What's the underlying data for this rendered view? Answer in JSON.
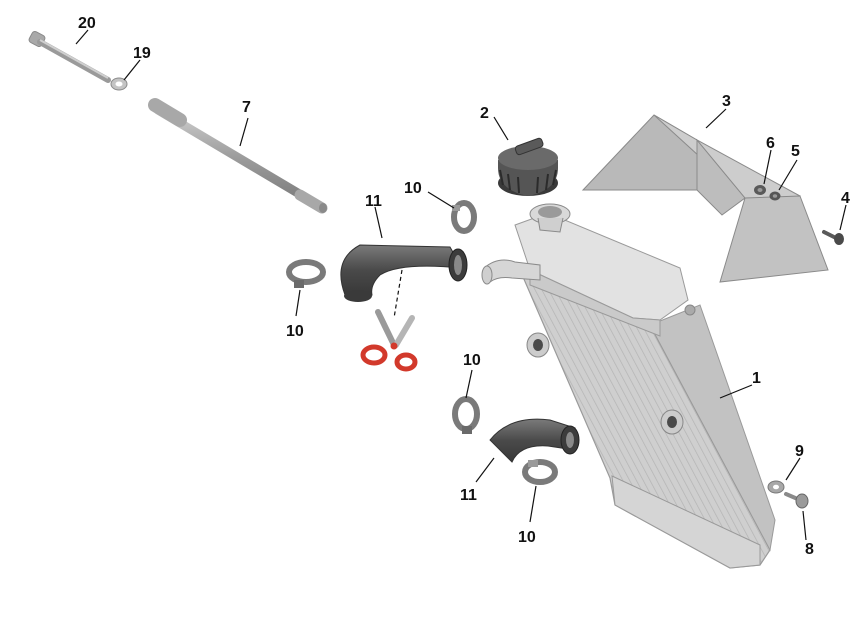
{
  "callouts": {
    "p1": "1",
    "p2": "2",
    "p3": "3",
    "p4": "4",
    "p5": "5",
    "p6": "6",
    "p7": "7",
    "p8": "8",
    "p9": "9",
    "p10a": "10",
    "p10b": "10",
    "p10c": "10",
    "p10d": "10",
    "p11a": "11",
    "p11b": "11",
    "p19": "19",
    "p20": "20"
  },
  "colors": {
    "part_light": "#d9d9d9",
    "part_mid": "#b8b8b8",
    "part_dark": "#5d5d5d",
    "hose": "#4f4f4f",
    "scissors": "#d2392b"
  },
  "icons": {
    "cut_marker": "scissors-icon"
  }
}
